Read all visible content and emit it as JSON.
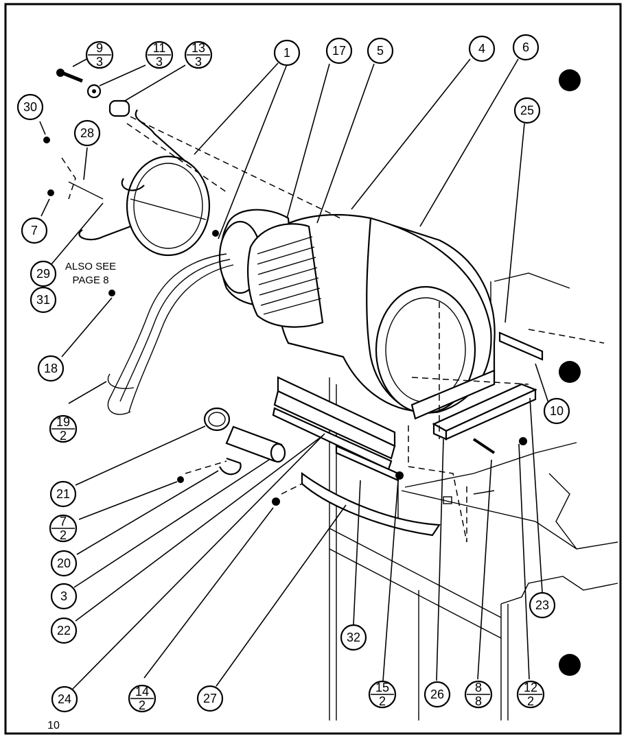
{
  "note": {
    "line1": "ALSO SEE",
    "line2": "PAGE 8"
  },
  "page_number": "10",
  "callouts": [
    {
      "id": "c-9-3",
      "top": "9",
      "bottom": "3"
    },
    {
      "id": "c-11-3",
      "top": "11",
      "bottom": "3"
    },
    {
      "id": "c-13-3",
      "top": "13",
      "bottom": "3"
    },
    {
      "id": "c-1",
      "label": "1"
    },
    {
      "id": "c-17",
      "label": "17"
    },
    {
      "id": "c-5",
      "label": "5"
    },
    {
      "id": "c-4",
      "label": "4"
    },
    {
      "id": "c-6",
      "label": "6"
    },
    {
      "id": "c-30",
      "label": "30"
    },
    {
      "id": "c-28",
      "label": "28"
    },
    {
      "id": "c-25",
      "label": "25"
    },
    {
      "id": "c-7",
      "label": "7"
    },
    {
      "id": "c-29",
      "label": "29"
    },
    {
      "id": "c-31",
      "label": "31"
    },
    {
      "id": "c-18",
      "label": "18"
    },
    {
      "id": "c-10",
      "label": "10"
    },
    {
      "id": "c-19-2",
      "top": "19",
      "bottom": "2"
    },
    {
      "id": "c-21",
      "label": "21"
    },
    {
      "id": "c-7-2",
      "top": "7",
      "bottom": "2"
    },
    {
      "id": "c-20",
      "label": "20"
    },
    {
      "id": "c-3",
      "label": "3"
    },
    {
      "id": "c-22",
      "label": "22"
    },
    {
      "id": "c-32",
      "label": "32"
    },
    {
      "id": "c-23",
      "label": "23"
    },
    {
      "id": "c-24",
      "label": "24"
    },
    {
      "id": "c-14-2",
      "top": "14",
      "bottom": "2"
    },
    {
      "id": "c-27",
      "label": "27"
    },
    {
      "id": "c-15-2",
      "top": "15",
      "bottom": "2"
    },
    {
      "id": "c-26",
      "label": "26"
    },
    {
      "id": "c-8-8",
      "top": "8",
      "bottom": "8"
    },
    {
      "id": "c-12-2",
      "top": "12",
      "bottom": "2"
    }
  ]
}
